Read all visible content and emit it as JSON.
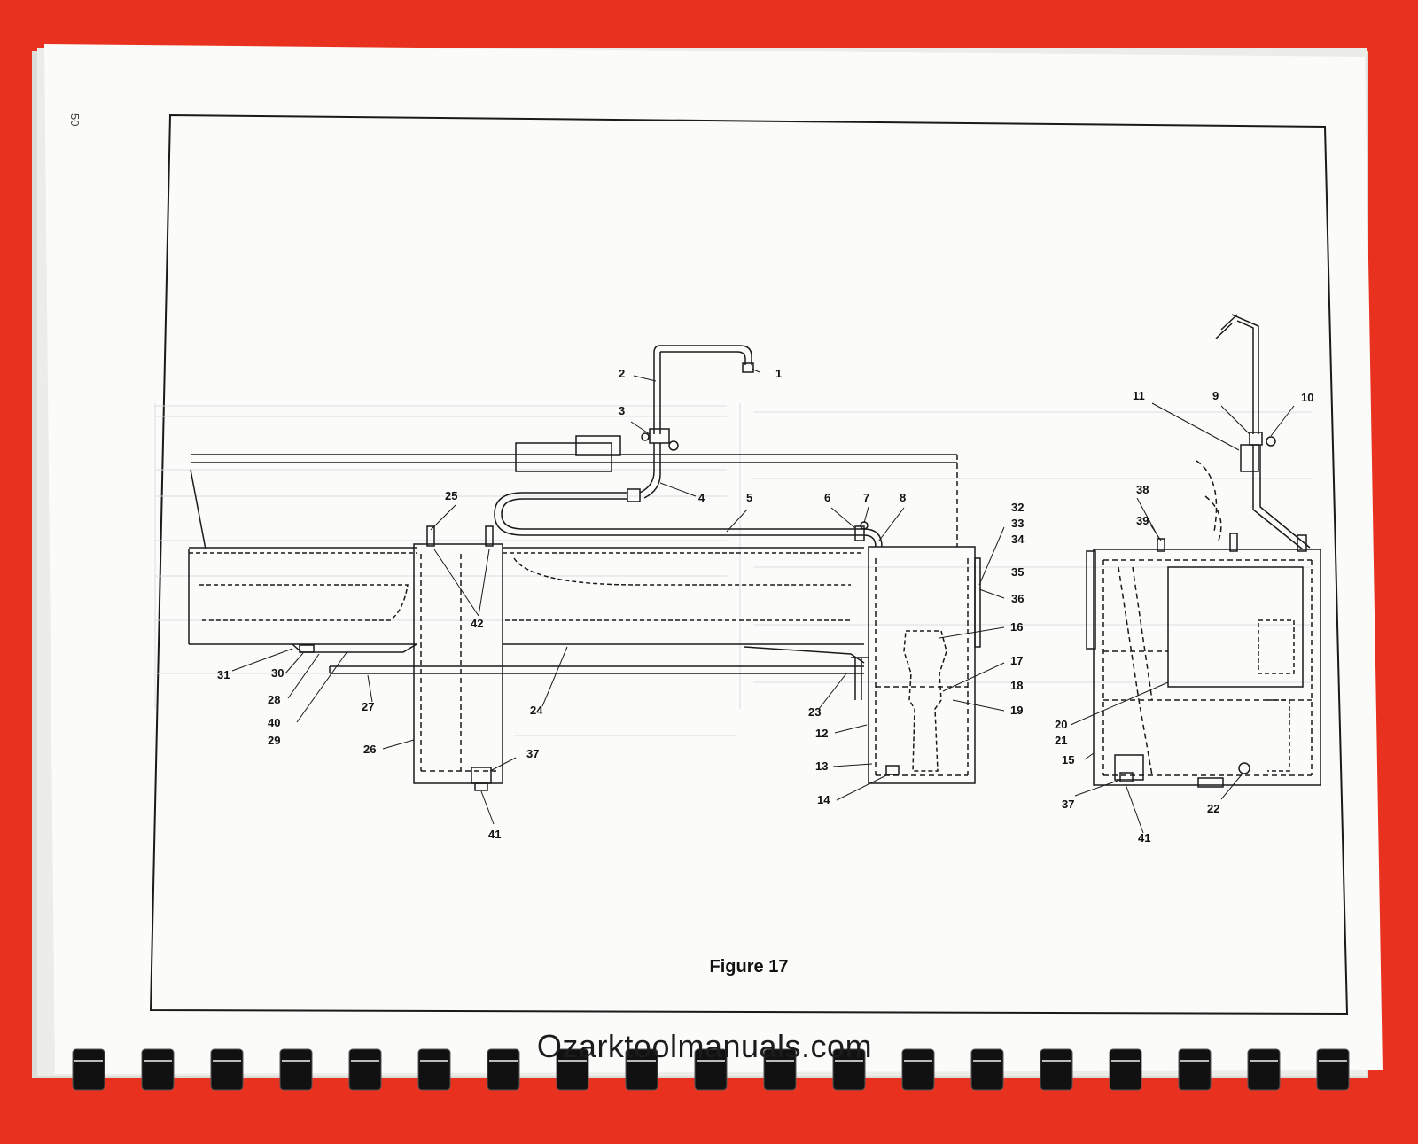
{
  "page": {
    "page_number": "50",
    "figure_caption": "Figure 17",
    "watermark": "Ozarktoolmanuals.com"
  },
  "colors": {
    "background": "#e8321f",
    "paper": "#fbfbf9",
    "ink": "#1a1a1a",
    "binding": "#111111"
  },
  "callouts": [
    "1",
    "2",
    "3",
    "4",
    "5",
    "6",
    "7",
    "8",
    "9",
    "10",
    "11",
    "12",
    "13",
    "14",
    "15",
    "16",
    "17",
    "18",
    "19",
    "20",
    "21",
    "22",
    "23",
    "24",
    "25",
    "26",
    "27",
    "28",
    "29",
    "30",
    "31",
    "32",
    "33",
    "34",
    "35",
    "36",
    "37",
    "38",
    "39",
    "40",
    "41",
    "42"
  ]
}
